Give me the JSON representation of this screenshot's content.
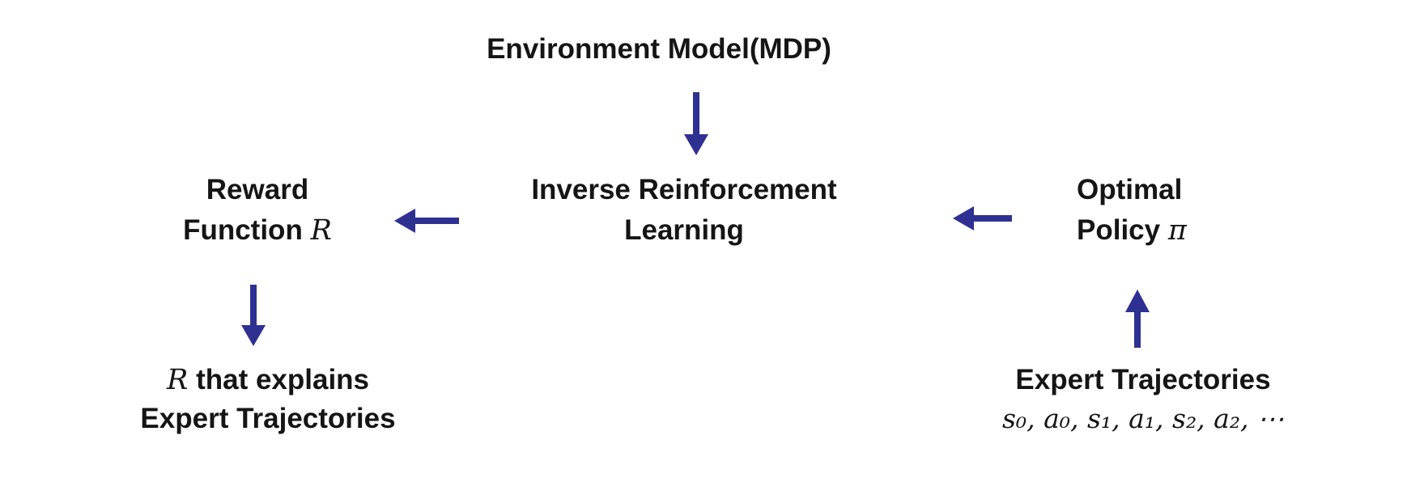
{
  "diagram": {
    "title": "Inverse Reinforcement Learning diagram",
    "colors": {
      "arrow": "#2E3192",
      "text": "#151515",
      "background": "#ffffff"
    },
    "nodes": {
      "environment_model": {
        "label": "Environment Model(MDP)"
      },
      "irl": {
        "line1": "Inverse Reinforcement",
        "line2": "Learning"
      },
      "reward_function": {
        "line1": "Reward",
        "line2_text": "Function",
        "line2_math": "R"
      },
      "optimal_policy": {
        "line1": "Optimal",
        "line2_text": "Policy",
        "line2_math": "π"
      },
      "r_explains": {
        "line1_math": "R",
        "line1_text": "that explains",
        "line2": "Expert Trajectories"
      },
      "expert_trajectories": {
        "line1": "Expert Trajectories",
        "line2_math": "s₀, a₀, s₁, a₁, s₂, a₂, ⋯"
      }
    },
    "arrows": [
      {
        "name": "arrow-env-to-irl",
        "direction": "down",
        "from": "environment_model",
        "to": "irl"
      },
      {
        "name": "arrow-irl-to-reward",
        "direction": "left",
        "from": "irl",
        "to": "reward_function"
      },
      {
        "name": "arrow-policy-to-irl",
        "direction": "left",
        "from": "optimal_policy",
        "to": "irl"
      },
      {
        "name": "arrow-reward-to-explains",
        "direction": "down",
        "from": "reward_function",
        "to": "r_explains"
      },
      {
        "name": "arrow-trajectories-to-policy",
        "direction": "up",
        "from": "expert_trajectories",
        "to": "optimal_policy"
      }
    ]
  }
}
